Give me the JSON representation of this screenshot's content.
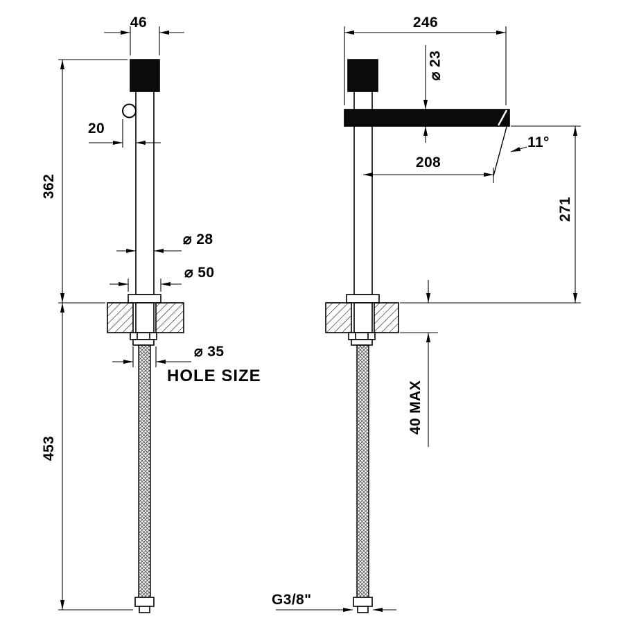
{
  "drawing": {
    "type": "faucet-technical-drawing",
    "views": {
      "front": {
        "width_top": "46",
        "handle_offset": "20",
        "body_height": "362",
        "body_diameter": "⌀ 28",
        "base_diameter": "⌀ 50",
        "hole_diameter": "⌀ 35",
        "hole_label": "HOLE SIZE",
        "hose_length": "453"
      },
      "side": {
        "spout_reach": "246",
        "spout_diameter": "⌀ 23",
        "outlet_distance": "208",
        "outlet_angle": "11°",
        "spout_height": "271",
        "deck_max": "40 MAX",
        "thread": "G3/8\""
      }
    },
    "colors": {
      "line": "#000000",
      "fill": "#0b0b0b",
      "background": "#ffffff"
    }
  }
}
